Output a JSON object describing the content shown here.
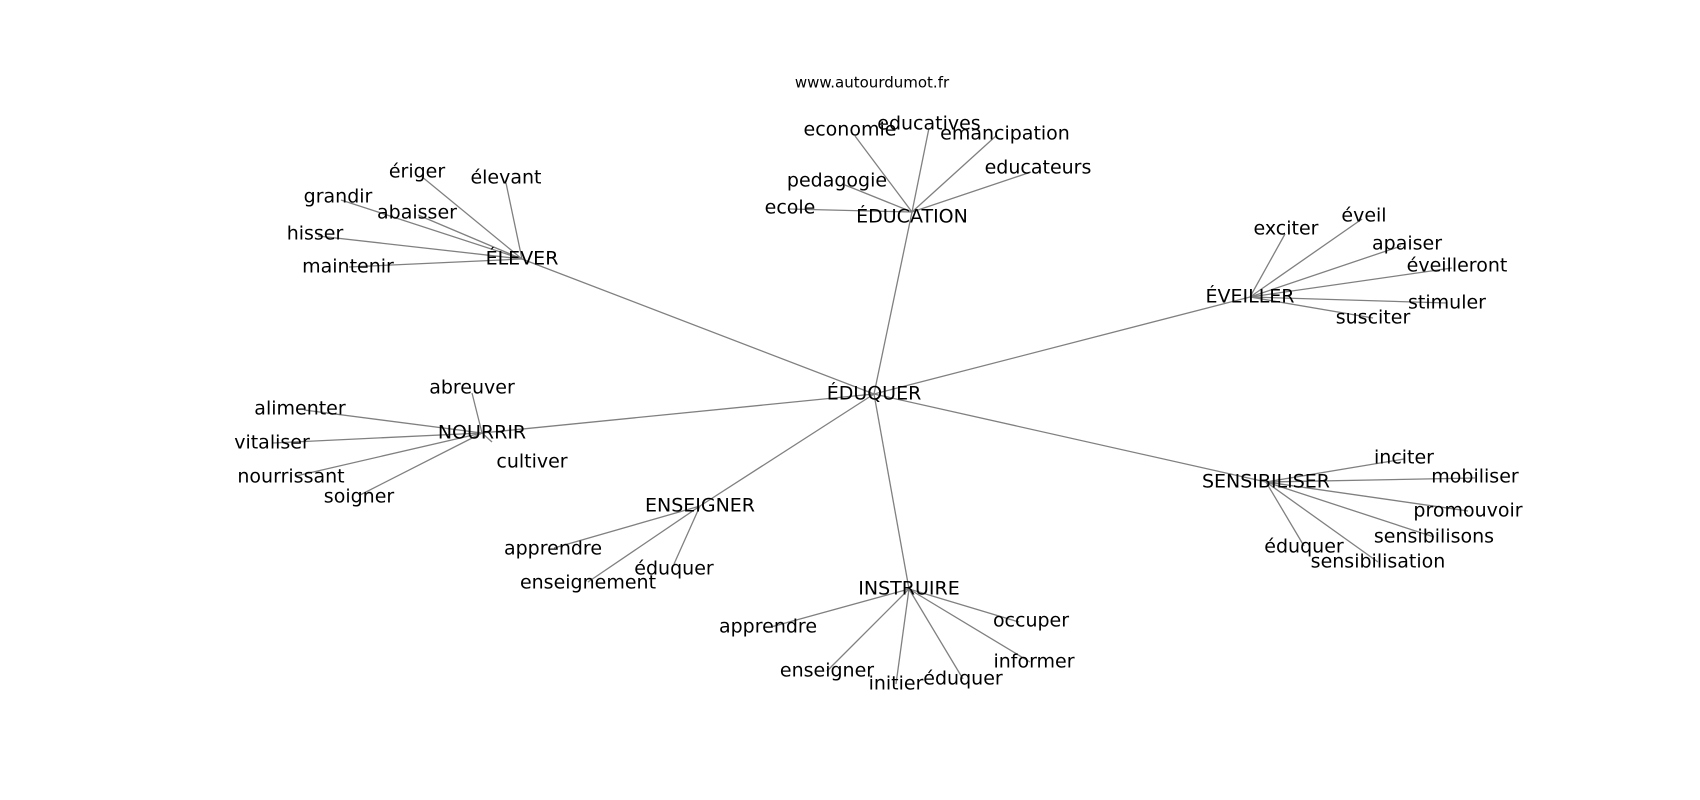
{
  "source": "www.autourdumot.fr",
  "root": "ÉDUQUER",
  "clusters": [
    {
      "id": "education",
      "label": "ÉDUCATION",
      "words": [
        "economie",
        "educatives",
        "emancipation",
        "educateurs",
        "pedagogie",
        "ecole"
      ]
    },
    {
      "id": "elever",
      "label": "ÉLEVER",
      "words": [
        "ériger",
        "élevant",
        "grandir",
        "abaisser",
        "hisser",
        "maintenir"
      ]
    },
    {
      "id": "eveiller",
      "label": "ÉVEILLER",
      "words": [
        "exciter",
        "éveil",
        "apaiser",
        "éveilleront",
        "stimuler",
        "susciter"
      ]
    },
    {
      "id": "nourrir",
      "label": "NOURRIR",
      "words": [
        "abreuver",
        "alimenter",
        "vitaliser",
        "cultiver",
        "nourrissant",
        "soigner"
      ]
    },
    {
      "id": "sensibiliser",
      "label": "SENSIBILISER",
      "words": [
        "inciter",
        "mobiliser",
        "promouvoir",
        "sensibilisons",
        "éduquer",
        "sensibilisation"
      ]
    },
    {
      "id": "enseigner",
      "label": "ENSEIGNER",
      "words": [
        "apprendre",
        "éduquer",
        "enseignement"
      ]
    },
    {
      "id": "instruire",
      "label": "INSTRUIRE",
      "words": [
        "occuper",
        "apprendre",
        "informer",
        "enseigner",
        "initier",
        "éduquer"
      ]
    }
  ]
}
